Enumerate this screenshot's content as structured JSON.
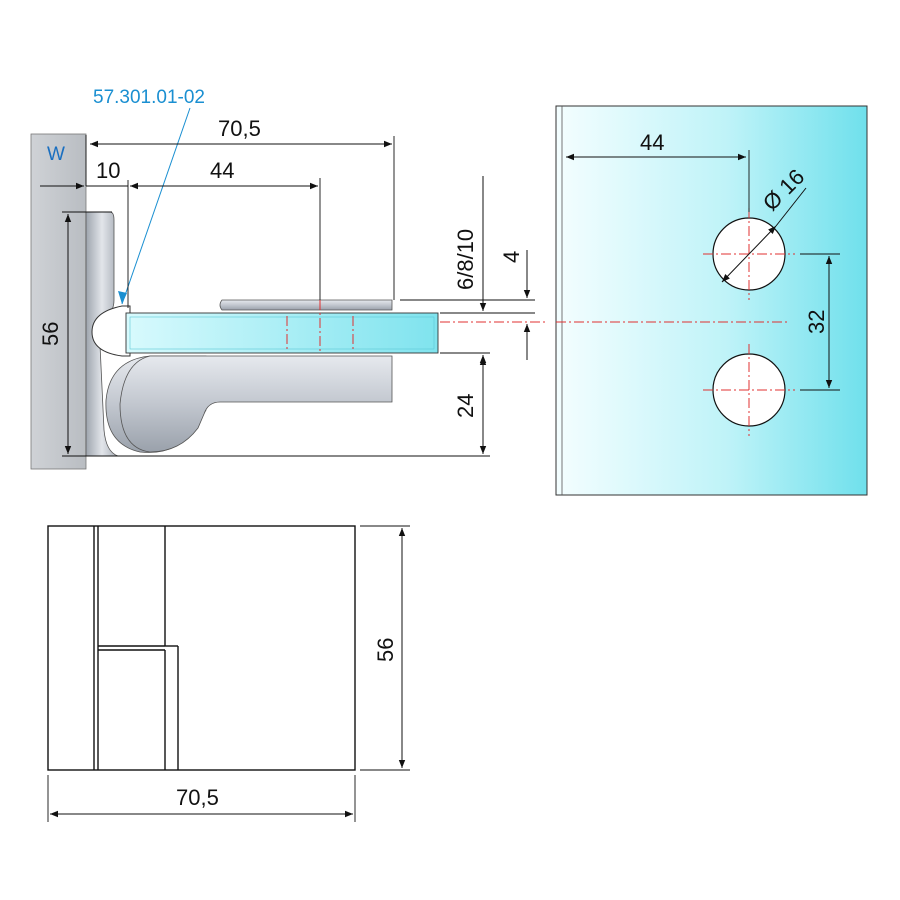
{
  "drawing": {
    "part_number": "57.301.01-02",
    "wall_label": "W",
    "colors": {
      "part_number": "#1a8fd1",
      "wall_label": "#1a6fc0",
      "centerline": "#e03030",
      "glass_light": "#eafcff",
      "glass_dark": "#79e4ef",
      "metal": "#c9ced6"
    },
    "side_view": {
      "overall_width": "70,5",
      "offset": "10",
      "hole_center": "44",
      "height": "56",
      "glass_thickness": "6/8/10",
      "axis_offset": "4",
      "bottom_offset": "24"
    },
    "glass_panel": {
      "edge_to_hole": "44",
      "hole_diameter": "Ø 16",
      "hole_spacing": "32"
    },
    "front_view": {
      "height": "56",
      "width": "70,5"
    }
  }
}
